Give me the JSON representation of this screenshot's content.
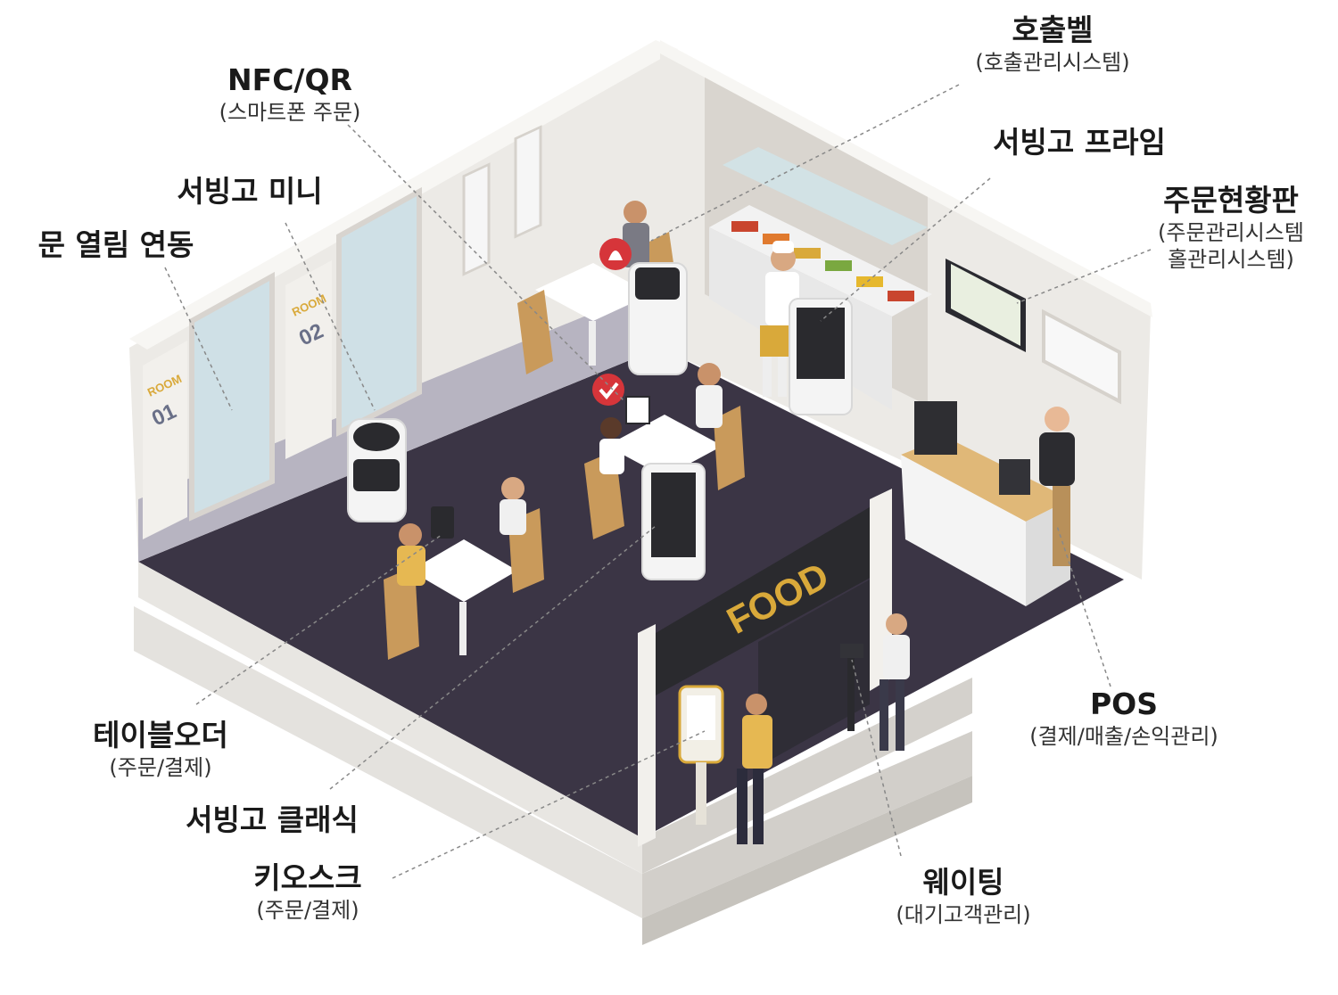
{
  "room_labels": {
    "room1": "ROOM",
    "room1_num": "01",
    "room2": "ROOM",
    "room2_num": "02"
  },
  "sign_text": "FOOD",
  "colors": {
    "floor": "#3b3545",
    "wall": "#eceae6",
    "wall_dark": "#d8d4cf",
    "accent_gold": "#d9a93a",
    "robot": "#f4f4f4",
    "table": "#ffffff",
    "chair": "#c99a5b",
    "leader_line": "#888888"
  },
  "labels": [
    {
      "id": "call-bell",
      "main": "호출벨",
      "sub": "(호출관리시스템)"
    },
    {
      "id": "nfc-qr",
      "main": "NFC/QR",
      "sub": "(스마트폰 주문)"
    },
    {
      "id": "servingo-prime",
      "main": "서빙고 프라임",
      "sub": ""
    },
    {
      "id": "servingo-mini",
      "main": "서빙고 미니",
      "sub": ""
    },
    {
      "id": "order-board",
      "main": "주문현황판",
      "sub": "(주문관리시스템",
      "sub2": "홀관리시스템)"
    },
    {
      "id": "door-link",
      "main": "문 열림 연동",
      "sub": ""
    },
    {
      "id": "pos",
      "main": "POS",
      "sub": "(결제/매출/손익관리)"
    },
    {
      "id": "table-order",
      "main": "테이블오더",
      "sub": "(주문/결제)"
    },
    {
      "id": "servingo-classic",
      "main": "서빙고 클래식",
      "sub": ""
    },
    {
      "id": "kiosk",
      "main": "키오스크",
      "sub": "(주문/결제)"
    },
    {
      "id": "waiting",
      "main": "웨이팅",
      "sub": "(대기고객관리)"
    }
  ]
}
